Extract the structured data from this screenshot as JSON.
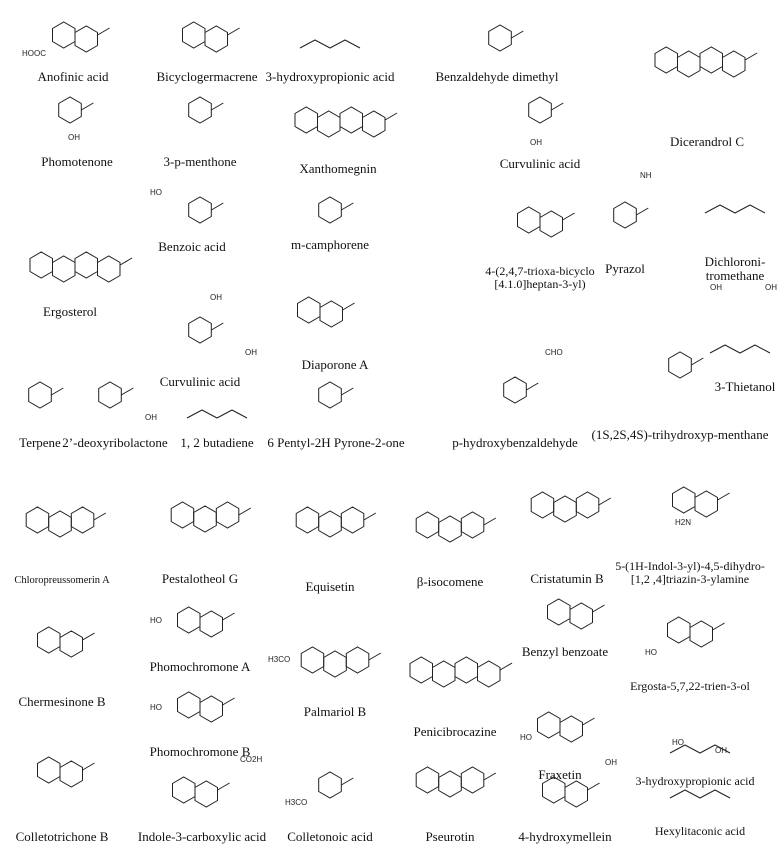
{
  "compounds": [
    {
      "name": "Anofinic acid",
      "annot": "HOOC"
    },
    {
      "name": "Bicyclogermacrene"
    },
    {
      "name": "3-hydroxypropionic acid"
    },
    {
      "name": "Benzaldehyde dimethyl"
    },
    {
      "name": "Dicerandrol C"
    },
    {
      "name": "Phomotenone",
      "annot": "OH"
    },
    {
      "name": "3-p-menthone"
    },
    {
      "name": "Xanthomegnin"
    },
    {
      "name": "Curvulinic acid",
      "annot": "OH"
    },
    {
      "name": "Pyrazol",
      "annot": "NH"
    },
    {
      "name": "Dichloroni-",
      "name2": "tromethane"
    },
    {
      "name": "Benzoic acid",
      "annot": "HO"
    },
    {
      "name": "m-camphorene"
    },
    {
      "name": "4-(2,4,7-trioxa-bicyclo",
      "name2": "[4.1.0]heptan-3-yl)"
    },
    {
      "name": "Ergosterol"
    },
    {
      "name": "Curvulinic acid",
      "annot": "OH"
    },
    {
      "name": "Diaporone A",
      "annot": "OH"
    },
    {
      "name": "Terpene"
    },
    {
      "name": "2’-deoxyribolactone",
      "annot": "OH"
    },
    {
      "name": "1, 2 butadiene"
    },
    {
      "name": "6 Pentyl-2H Pyrone-2-one"
    },
    {
      "name": "p-hydroxybenzaldehyde",
      "annot": "CHO"
    },
    {
      "name": "(1S,2S,4S)-trihydroxyp-menthane",
      "annot": "OH"
    },
    {
      "name": "3-Thietanol",
      "annot": "OH"
    },
    {
      "name": "Chloropreussomerin A"
    },
    {
      "name": "Pestalotheol G"
    },
    {
      "name": "Equisetin"
    },
    {
      "name": "β-isocomene"
    },
    {
      "name": "Cristatumin B"
    },
    {
      "name": "5-(1H-Indol-3-yl)-4,5-dihydro-",
      "name2": "[1,2 ,4]triazin-3-ylamine",
      "annot": "H2N"
    },
    {
      "name": "Chermesinone B"
    },
    {
      "name": "Phomochromone A",
      "annot": "HO"
    },
    {
      "name": "Palmariol B",
      "annot": "H3CO"
    },
    {
      "name": "Penicibrocazine"
    },
    {
      "name": "Benzyl benzoate"
    },
    {
      "name": "Ergosta-5,7,22-trien-3-ol",
      "annot": "HO"
    },
    {
      "name": "Phomochromone B",
      "annot": "HO"
    },
    {
      "name": "Fraxetin",
      "annot": "HO"
    },
    {
      "name": "3-hydroxypropionic acid",
      "annot": "HO"
    },
    {
      "name": "Colletotrichone B"
    },
    {
      "name": "Indole-3-carboxylic acid",
      "annot": "CO2H"
    },
    {
      "name": "Colletonoic acid",
      "annot": "H3CO"
    },
    {
      "name": "Pseurotin"
    },
    {
      "name": "4-hydroxymellein",
      "annot": "OH"
    },
    {
      "name": "Hexylitaconic acid",
      "annot": "OH"
    }
  ]
}
